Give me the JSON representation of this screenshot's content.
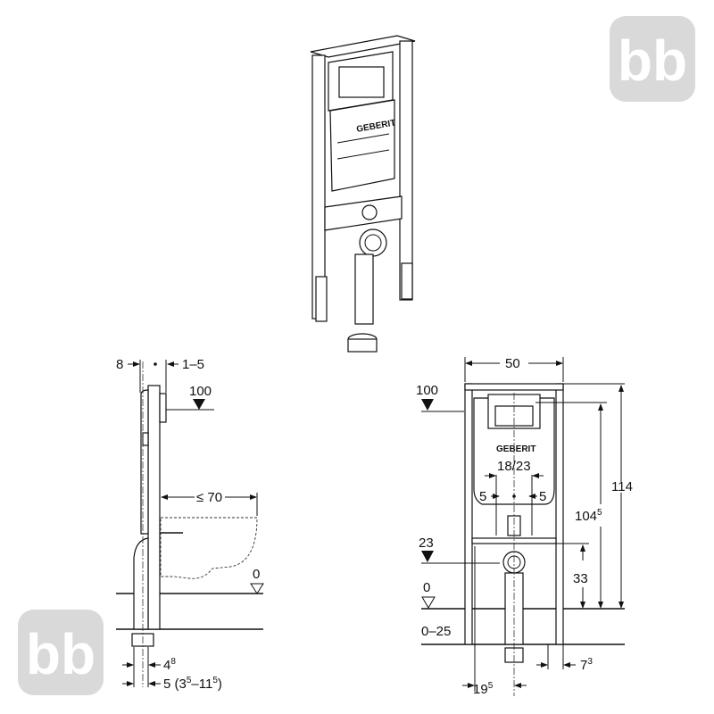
{
  "brand": {
    "logo_text": "bb",
    "cistern_brand": "GEBERIT"
  },
  "side_view": {
    "dim_left": "8",
    "dim_right": "1–5",
    "level_flush": "100",
    "dim_projection": "≤ 70",
    "level_floor": "0",
    "dim_bottom1": {
      "base": "4",
      "sup": "8"
    },
    "dim_bottom2": {
      "base": "5 (3",
      "sup1": "5",
      "mid": "–11",
      "sup2": "5",
      "end": ")"
    }
  },
  "front_view": {
    "dim_width": "50",
    "level_flush": "100",
    "dim_height_total": "114",
    "dim_height_mount": {
      "base": "104",
      "sup": "5"
    },
    "dim_flush_plate": "18/23",
    "dim_left5": "5",
    "dim_right5": "5",
    "level_supply": "23",
    "dim_drain_height": "33",
    "level_floor": "0",
    "dim_floor_range": "0–25",
    "dim_right_offset": {
      "base": "7",
      "sup": "3"
    },
    "dim_drain_offset": {
      "base": "19",
      "sup": "5"
    }
  },
  "colors": {
    "line": "#111111",
    "logo": "#d9d9d9"
  }
}
